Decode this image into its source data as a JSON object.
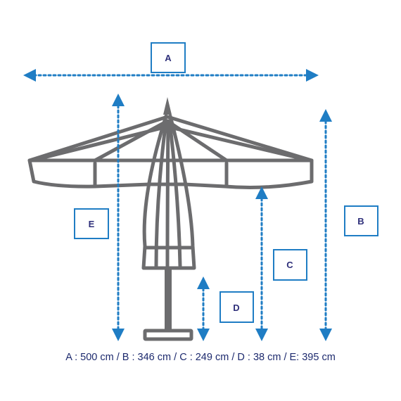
{
  "labels": {
    "a": "A",
    "b": "B",
    "c": "C",
    "d": "D",
    "e": "E"
  },
  "caption": "A : 500 cm / B : 346 cm / C : 249 cm / D : 38 cm / E: 395 cm",
  "colors": {
    "dimension_blue": "#1f7dc4",
    "label_text": "#2e2f7a",
    "umbrella_gray": "#6c6c6e"
  }
}
